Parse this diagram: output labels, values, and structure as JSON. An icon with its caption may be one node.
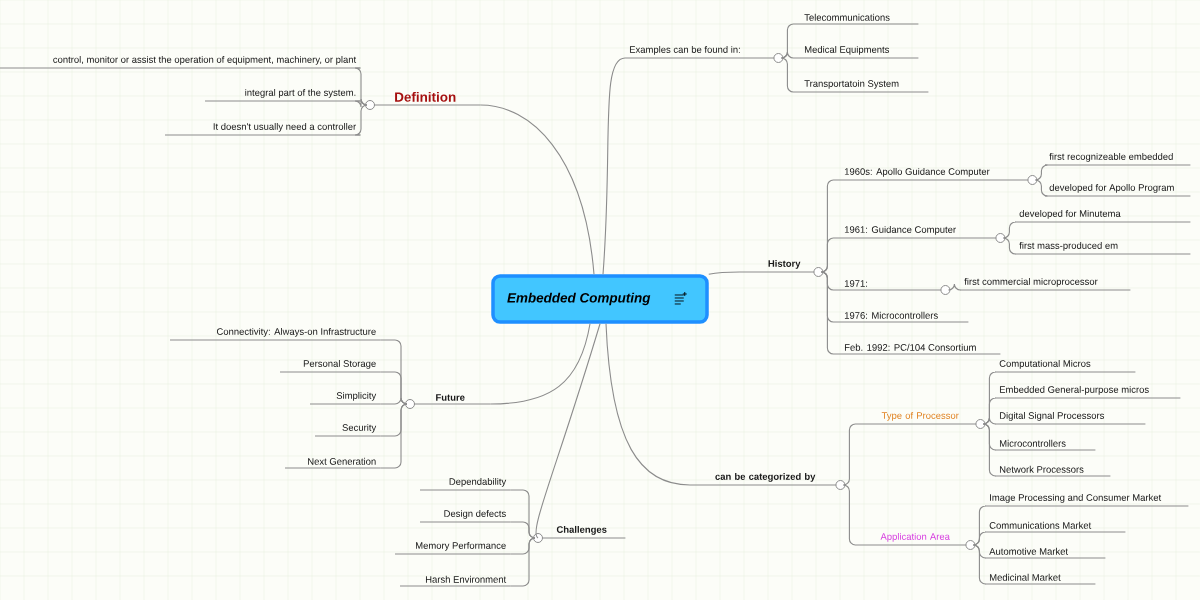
{
  "diagram": {
    "nodes": [
      {
        "text": [
          "Embedded Computing"
        ]
      },
      {
        "text": [
          "Definition"
        ]
      },
      {
        "text": [
          "control, monitor or assist the operation of equipment, machinery, or plant"
        ]
      },
      {
        "text": [
          "integral part of the system."
        ]
      },
      {
        "text": [
          "It doesn't usually need a controller"
        ]
      },
      {
        "text": [
          "Future"
        ]
      },
      {
        "text": [
          "Connectivity: Always-on Infrastructure"
        ]
      },
      {
        "text": [
          "Personal Storage"
        ]
      },
      {
        "text": [
          "Simplicity"
        ]
      },
      {
        "text": [
          "Security"
        ]
      },
      {
        "text": [
          "Next Generation"
        ]
      },
      {
        "text": [
          "Challenges"
        ]
      },
      {
        "text": [
          "Dependability"
        ]
      },
      {
        "text": [
          "Design defects"
        ]
      },
      {
        "text": [
          "Memory Performance"
        ]
      },
      {
        "text": [
          "Harsh Environment"
        ]
      },
      {
        "text": [
          "Examples can be found in:"
        ]
      },
      {
        "text": [
          "Telecommunications"
        ]
      },
      {
        "text": [
          "Medical Equipments"
        ]
      },
      {
        "text": [
          "Transportatoin System"
        ]
      },
      {
        "text": [
          "History"
        ]
      },
      {
        "text": [
          "1960s: Apollo Guidance Computer"
        ]
      },
      {
        "text": [
          "first recognizeable embedded"
        ]
      },
      {
        "text": [
          "developed for Apollo Program"
        ]
      },
      {
        "text": [
          "1961: Guidance Computer"
        ]
      },
      {
        "text": [
          "developed for Minutema"
        ]
      },
      {
        "text": [
          "first mass-produced em"
        ]
      },
      {
        "text": [
          "1971:"
        ]
      },
      {
        "text": [
          "first commercial microprocessor"
        ]
      },
      {
        "text": [
          "1976: Microcontrollers"
        ]
      },
      {
        "text": [
          "Feb. 1992: PC/104 Consortium"
        ]
      },
      {
        "text": [
          "can be categorized by"
        ]
      },
      {
        "text": [
          "Type of Processor"
        ]
      },
      {
        "text": [
          "Computational Micros"
        ]
      },
      {
        "text": [
          "Embedded General-purpose micros"
        ]
      },
      {
        "text": [
          "Digital Signal Processors"
        ]
      },
      {
        "text": [
          "Microcontrollers"
        ]
      },
      {
        "text": [
          "Network Processors"
        ]
      },
      {
        "text": [
          "Application Area"
        ]
      },
      {
        "text": [
          "Image Processing and Consumer Market"
        ]
      },
      {
        "text": [
          "Communications Market"
        ]
      },
      {
        "text": [
          "Automotive Market"
        ]
      },
      {
        "text": [
          "Medicinal Market"
        ]
      }
    ],
    "edges": [
      {
        "from": 0,
        "to": 1,
        "arrow": "none"
      },
      {
        "from": 1,
        "to": 2,
        "arrow": "none"
      },
      {
        "from": 1,
        "to": 3,
        "arrow": "none"
      },
      {
        "from": 1,
        "to": 4,
        "arrow": "none"
      },
      {
        "from": 0,
        "to": 5,
        "arrow": "none"
      },
      {
        "from": 5,
        "to": 6,
        "arrow": "none"
      },
      {
        "from": 5,
        "to": 7,
        "arrow": "none"
      },
      {
        "from": 5,
        "to": 8,
        "arrow": "none"
      },
      {
        "from": 5,
        "to": 9,
        "arrow": "none"
      },
      {
        "from": 5,
        "to": 10,
        "arrow": "none"
      },
      {
        "from": 0,
        "to": 11,
        "arrow": "none"
      },
      {
        "from": 11,
        "to": 12,
        "arrow": "none"
      },
      {
        "from": 11,
        "to": 13,
        "arrow": "none"
      },
      {
        "from": 11,
        "to": 14,
        "arrow": "none"
      },
      {
        "from": 11,
        "to": 15,
        "arrow": "none"
      },
      {
        "from": 0,
        "to": 16,
        "arrow": "none"
      },
      {
        "from": 16,
        "to": 17,
        "arrow": "none"
      },
      {
        "from": 16,
        "to": 18,
        "arrow": "none"
      },
      {
        "from": 16,
        "to": 19,
        "arrow": "none"
      },
      {
        "from": 0,
        "to": 20,
        "arrow": "none"
      },
      {
        "from": 20,
        "to": 21,
        "arrow": "none"
      },
      {
        "from": 21,
        "to": 22,
        "arrow": "none"
      },
      {
        "from": 21,
        "to": 23,
        "arrow": "none"
      },
      {
        "from": 20,
        "to": 24,
        "arrow": "none"
      },
      {
        "from": 24,
        "to": 25,
        "arrow": "none"
      },
      {
        "from": 24,
        "to": 26,
        "arrow": "none"
      },
      {
        "from": 20,
        "to": 27,
        "arrow": "none"
      },
      {
        "from": 27,
        "to": 28,
        "arrow": "none"
      },
      {
        "from": 20,
        "to": 29,
        "arrow": "none"
      },
      {
        "from": 20,
        "to": 30,
        "arrow": "none"
      },
      {
        "from": 0,
        "to": 31,
        "arrow": "none"
      },
      {
        "from": 31,
        "to": 32,
        "arrow": "none"
      },
      {
        "from": 32,
        "to": 33,
        "arrow": "none"
      },
      {
        "from": 32,
        "to": 34,
        "arrow": "none"
      },
      {
        "from": 32,
        "to": 35,
        "arrow": "none"
      },
      {
        "from": 32,
        "to": 36,
        "arrow": "none"
      },
      {
        "from": 32,
        "to": 37,
        "arrow": "none"
      },
      {
        "from": 31,
        "to": 38,
        "arrow": "none"
      },
      {
        "from": 38,
        "to": 39,
        "arrow": "none"
      },
      {
        "from": 38,
        "to": 40,
        "arrow": "none"
      },
      {
        "from": 38,
        "to": 41,
        "arrow": "none"
      },
      {
        "from": 38,
        "to": 42,
        "arrow": "none"
      }
    ]
  }
}
